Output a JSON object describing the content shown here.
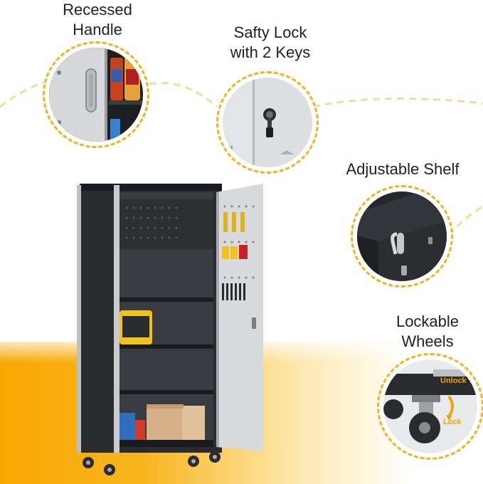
{
  "callouts": {
    "handle": {
      "label_line1": "Recessed",
      "label_line2": "Handle",
      "icon": "recessed-handle-icon"
    },
    "lock": {
      "label_line1": "Safty Lock",
      "label_line2": "with 2 Keys",
      "icon": "key-lock-icon"
    },
    "shelf": {
      "label_line1": "Adjustable Shelf",
      "icon": "shelf-bracket-icon"
    },
    "wheels": {
      "label_line1": "Lockable",
      "label_line2": "Wheels",
      "icon": "caster-wheel-icon",
      "unlock_text": "Unlock",
      "lock_text": "Lock"
    }
  },
  "colors": {
    "accent": "#f2b21c",
    "gradient_start": "#f7a800",
    "cabinet_body": "#2e2f33",
    "cabinet_door": "#d9dadc",
    "wheel_badge_text": "#f2a20c"
  },
  "product": {
    "name_icon": "storage-cabinet-illustration"
  }
}
